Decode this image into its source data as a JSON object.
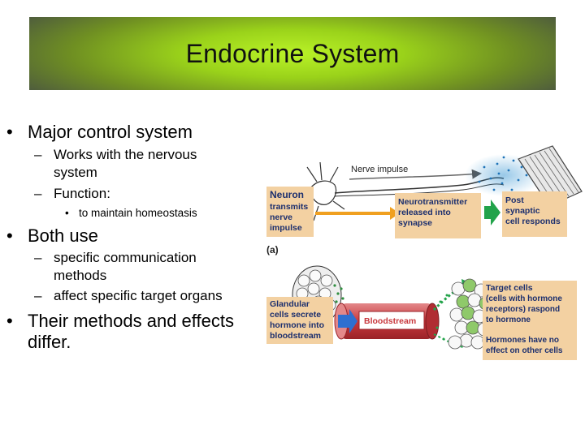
{
  "slide": {
    "title": "Endocrine System",
    "bullets": {
      "b1": "Major control system",
      "b1_sub1_line1": "Works with the nervous",
      "b1_sub1_line2": "system",
      "b1_sub2": "Function:",
      "b1_sub2_sub1": "to maintain homeostasis",
      "b2": "Both use",
      "b2_sub1_line1": "specific communication",
      "b2_sub1_line2": "methods",
      "b2_sub2": "affect specific target organs",
      "b3_line1": "Their methods and effects",
      "b3_line2": "differ."
    }
  },
  "figure": {
    "nerve_impulse": "Nerve impulse",
    "neuron_label": [
      "Neuron",
      "transmits",
      "nerve",
      "impulse"
    ],
    "neurotransmitter_label": [
      "Neurotransmitter",
      "released into",
      "synapse"
    ],
    "postsynaptic_label": [
      "Post",
      "synaptic",
      "cell responds"
    ],
    "panel_a": "(a)",
    "glandular_label": [
      "Glandular",
      "cells secrete",
      "hormone into",
      "bloodstream"
    ],
    "bloodstream": "Bloodstream",
    "target_cells_label": [
      "Target cells",
      "(cells with hormone",
      "receptors) raspond",
      "to hormone"
    ],
    "no_effect_label": [
      "Hormones have no",
      "effect on other cells"
    ]
  },
  "colors": {
    "title_green": "#9ad21a",
    "label_box": "#f3d1a2",
    "arrow_green": "#22a34a",
    "arrow_blue": "#2f6fd0",
    "arrow_orange": "#f0a020",
    "vessel_red": "#c8383d"
  }
}
